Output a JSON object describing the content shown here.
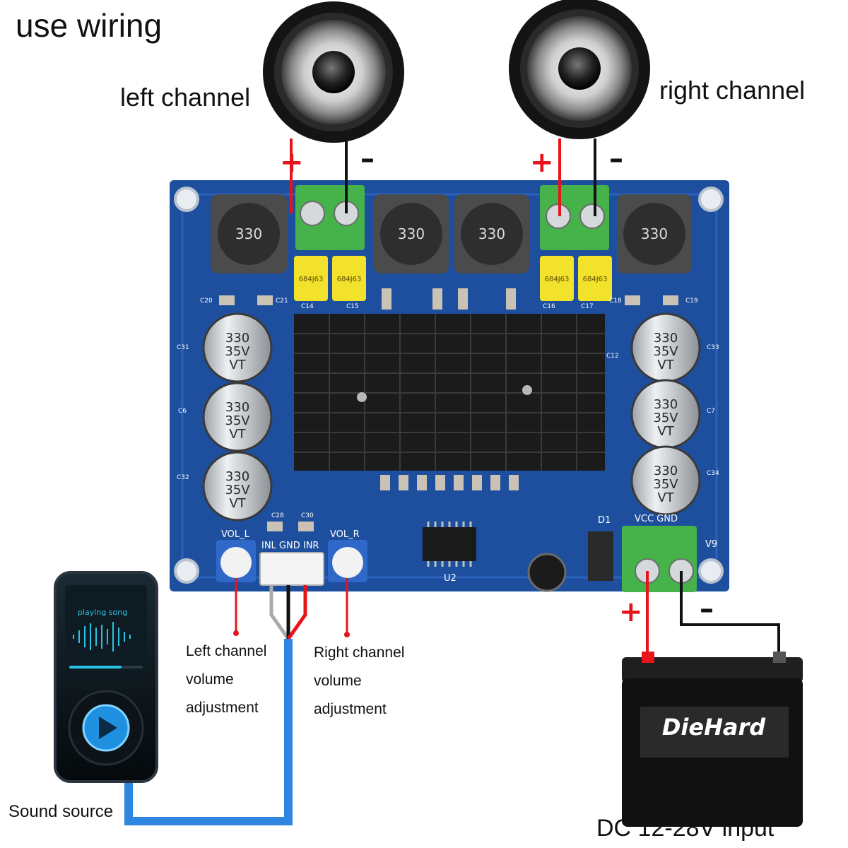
{
  "title": "use wiring",
  "speakers": {
    "left": {
      "label": "left channel",
      "plus": "+",
      "minus": "–"
    },
    "right": {
      "label": "right channel",
      "plus": "+",
      "minus": "–"
    }
  },
  "board": {
    "inductors": [
      "330",
      "330",
      "330",
      "330"
    ],
    "film_caps": [
      "684J63",
      "684J63",
      "684J63",
      "684J63"
    ],
    "elec_caps": [
      "330",
      "35V",
      "VT"
    ],
    "silkscreen": {
      "vol_l": "VOL_L",
      "vol_r": "VOL_R",
      "input": "INL  GND  INR",
      "power": "VCC  GND",
      "v9": "V9",
      "u2": "U2",
      "d1": "D1",
      "c20": "C20",
      "c21": "C21",
      "c14": "C14",
      "c15": "C15",
      "c16": "C16",
      "c17": "C17",
      "c18": "C18",
      "c19": "C19",
      "c31": "C31",
      "c6": "C6",
      "c32": "C32",
      "c33": "C33",
      "c7": "C7",
      "c34": "C34",
      "c12": "C12",
      "c28": "C28",
      "c30": "C30"
    }
  },
  "volume_notes": {
    "left": [
      "Left channel",
      "volume",
      "adjustment"
    ],
    "right": [
      "Right channel",
      "volume",
      "adjustment"
    ]
  },
  "sound_source": {
    "label": "Sound source",
    "screen_text": "playing song"
  },
  "battery": {
    "brand": "DieHard",
    "plus": "+",
    "minus": "–"
  },
  "power_label": "DC 12-28V input",
  "colors": {
    "pcb": "#1d4f9e",
    "terminal": "#45b24a",
    "wire_red": "#e8141b",
    "wire_black": "#111111",
    "cable_blue": "#2f86e0",
    "heatsink": "#1b1b1b"
  }
}
